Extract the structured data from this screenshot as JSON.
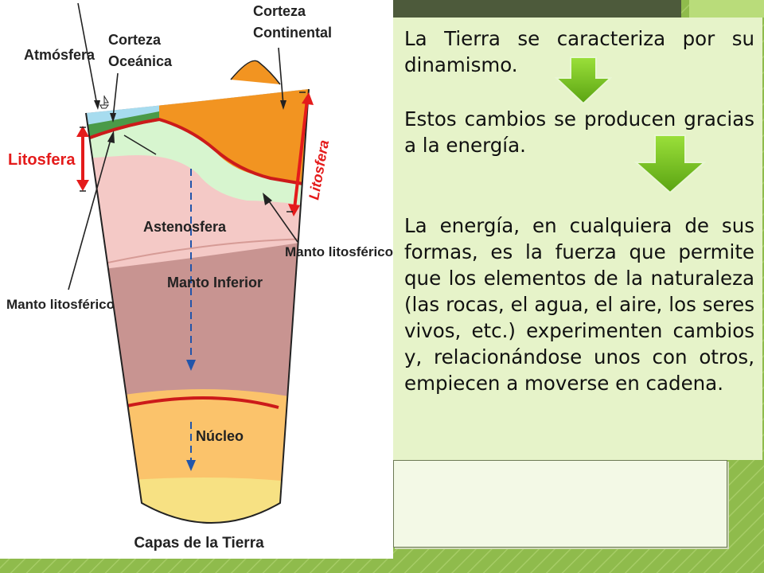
{
  "slide": {
    "paragraphs": [
      "La Tierra se caracteriza por su dinamismo.",
      "Estos cambios  se producen gracias a la energía.",
      "La energía, en cualquiera de sus formas, es la fuerza que permite que los elementos de la naturaleza (las rocas, el agua, el aire, los seres vivos, etc.) experimenten cambios y, relacionándose unos con otros, empiecen a moverse en cadena."
    ],
    "arrow_icon": "green-down-arrow",
    "accent_color": "#7cc420"
  },
  "diagram": {
    "caption": "Capas de la Tierra",
    "labels": {
      "atmosfera": "Atmósfera",
      "corteza_oceanica_1": "Corteza",
      "corteza_oceanica_2": "Oceánica",
      "corteza_continental_1": "Corteza",
      "corteza_continental_2": "Continental",
      "litosfera_left": "Litosfera",
      "litosfera_right": "Litosfera",
      "astenosfera": "Astenosfera",
      "manto_litosferico_right": "Manto litosférico",
      "manto_litosferico_left": "Manto litosférico",
      "manto_inferior": "Manto Inferior",
      "nucleo": "Núcleo"
    },
    "colors": {
      "ocean": "#a7dcef",
      "continental_crust": "#f29421",
      "lithospheric_mantle": "#d7f5cf",
      "asthenosphere": "#f4c9c6",
      "lower_mantle": "#c89491",
      "core_outer": "#fbc36b",
      "core_inner": "#f7e183",
      "boundary": "#cc1a1a",
      "arrow_red": "#e41b1b"
    }
  }
}
